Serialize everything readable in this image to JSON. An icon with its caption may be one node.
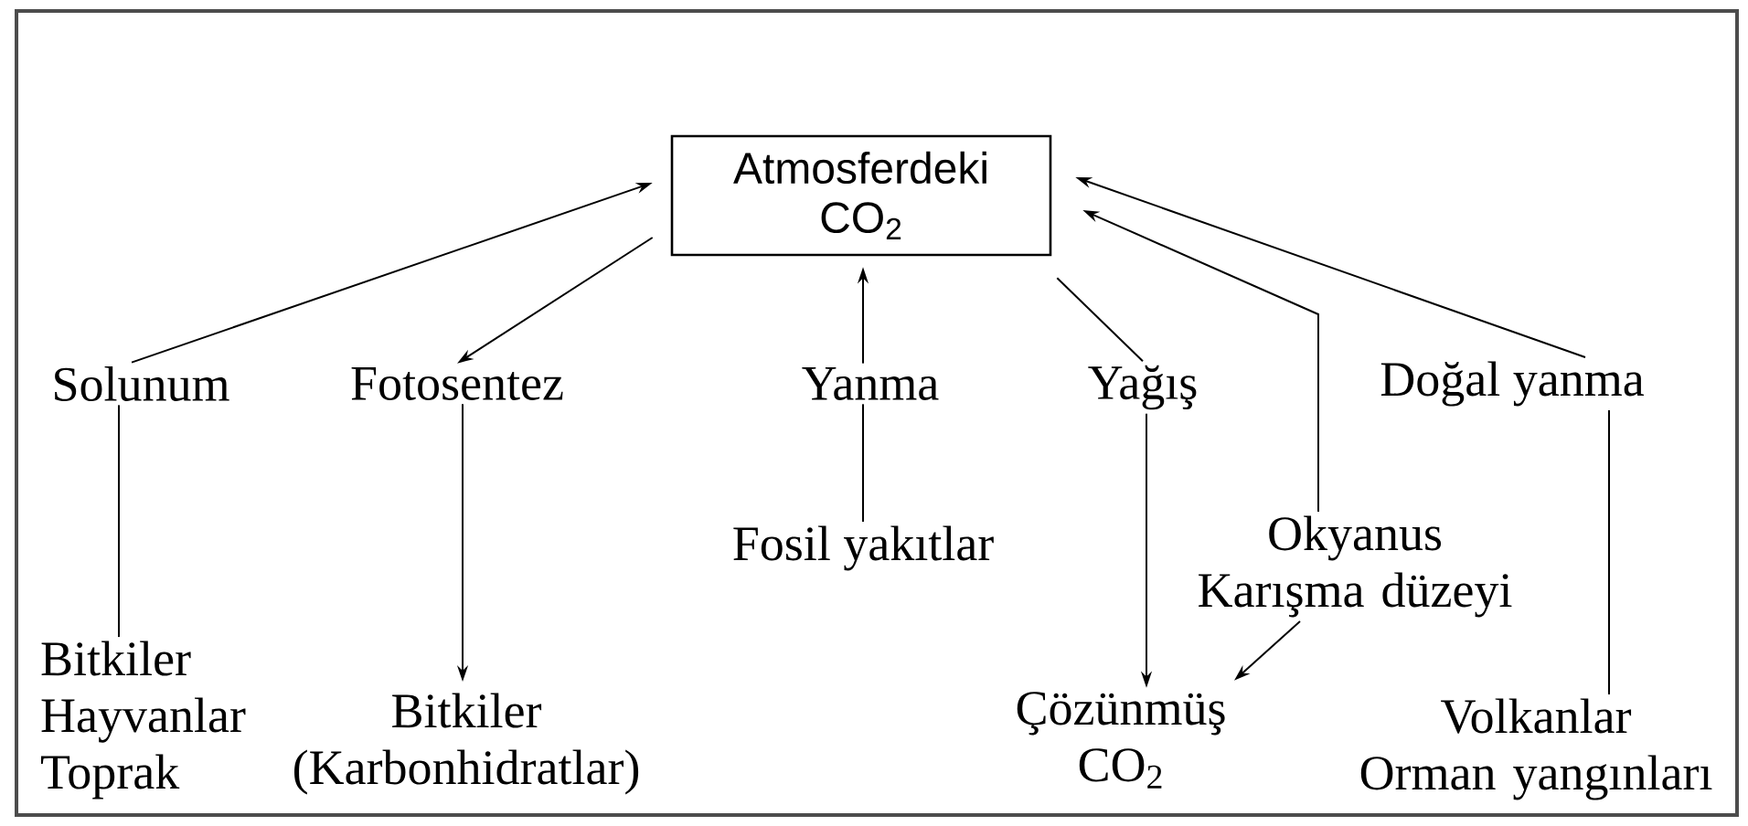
{
  "diagram": {
    "nodes": [
      {
        "text": [
          "Atmosferdeki CO$_{2}$"
        ]
      },
      {
        "text": [
          "Solunum"
        ]
      },
      {
        "text": [
          "Fotosentez"
        ]
      },
      {
        "text": [
          "Yanma"
        ]
      },
      {
        "text": [
          "Yağış"
        ]
      },
      {
        "text": [
          "Doğal yanma"
        ]
      },
      {
        "text": [
          "Bitkiler Hayvanlar Toprak"
        ]
      },
      {
        "text": [
          "Bitkiler (Karbonhidratlar)"
        ]
      },
      {
        "text": [
          "Fosil yakıtlar"
        ]
      },
      {
        "text": [
          "Okyanus Karışma düzeyi"
        ]
      },
      {
        "text": [
          "Çözünmüş CO$_{2}$"
        ]
      },
      {
        "text": [
          "Volkanlar Orman yangınları"
        ]
      }
    ],
    "edges": [
      {
        "from": 1,
        "to": 0,
        "arrow": "to"
      },
      {
        "from": 0,
        "to": 2,
        "arrow": "to"
      },
      {
        "from": 3,
        "to": 0,
        "arrow": "to"
      },
      {
        "from": 8,
        "to": 3,
        "arrow": "none"
      },
      {
        "from": 0,
        "to": 4,
        "arrow": "none"
      },
      {
        "from": 4,
        "to": 10,
        "arrow": "to"
      },
      {
        "from": 9,
        "to": 0,
        "arrow": "to"
      },
      {
        "from": 9,
        "to": 10,
        "arrow": "to"
      },
      {
        "from": 5,
        "to": 0,
        "arrow": "to"
      },
      {
        "from": 11,
        "to": 5,
        "arrow": "none"
      },
      {
        "from": 6,
        "to": 1,
        "arrow": "none"
      },
      {
        "from": 2,
        "to": 7,
        "arrow": "to"
      }
    ]
  }
}
